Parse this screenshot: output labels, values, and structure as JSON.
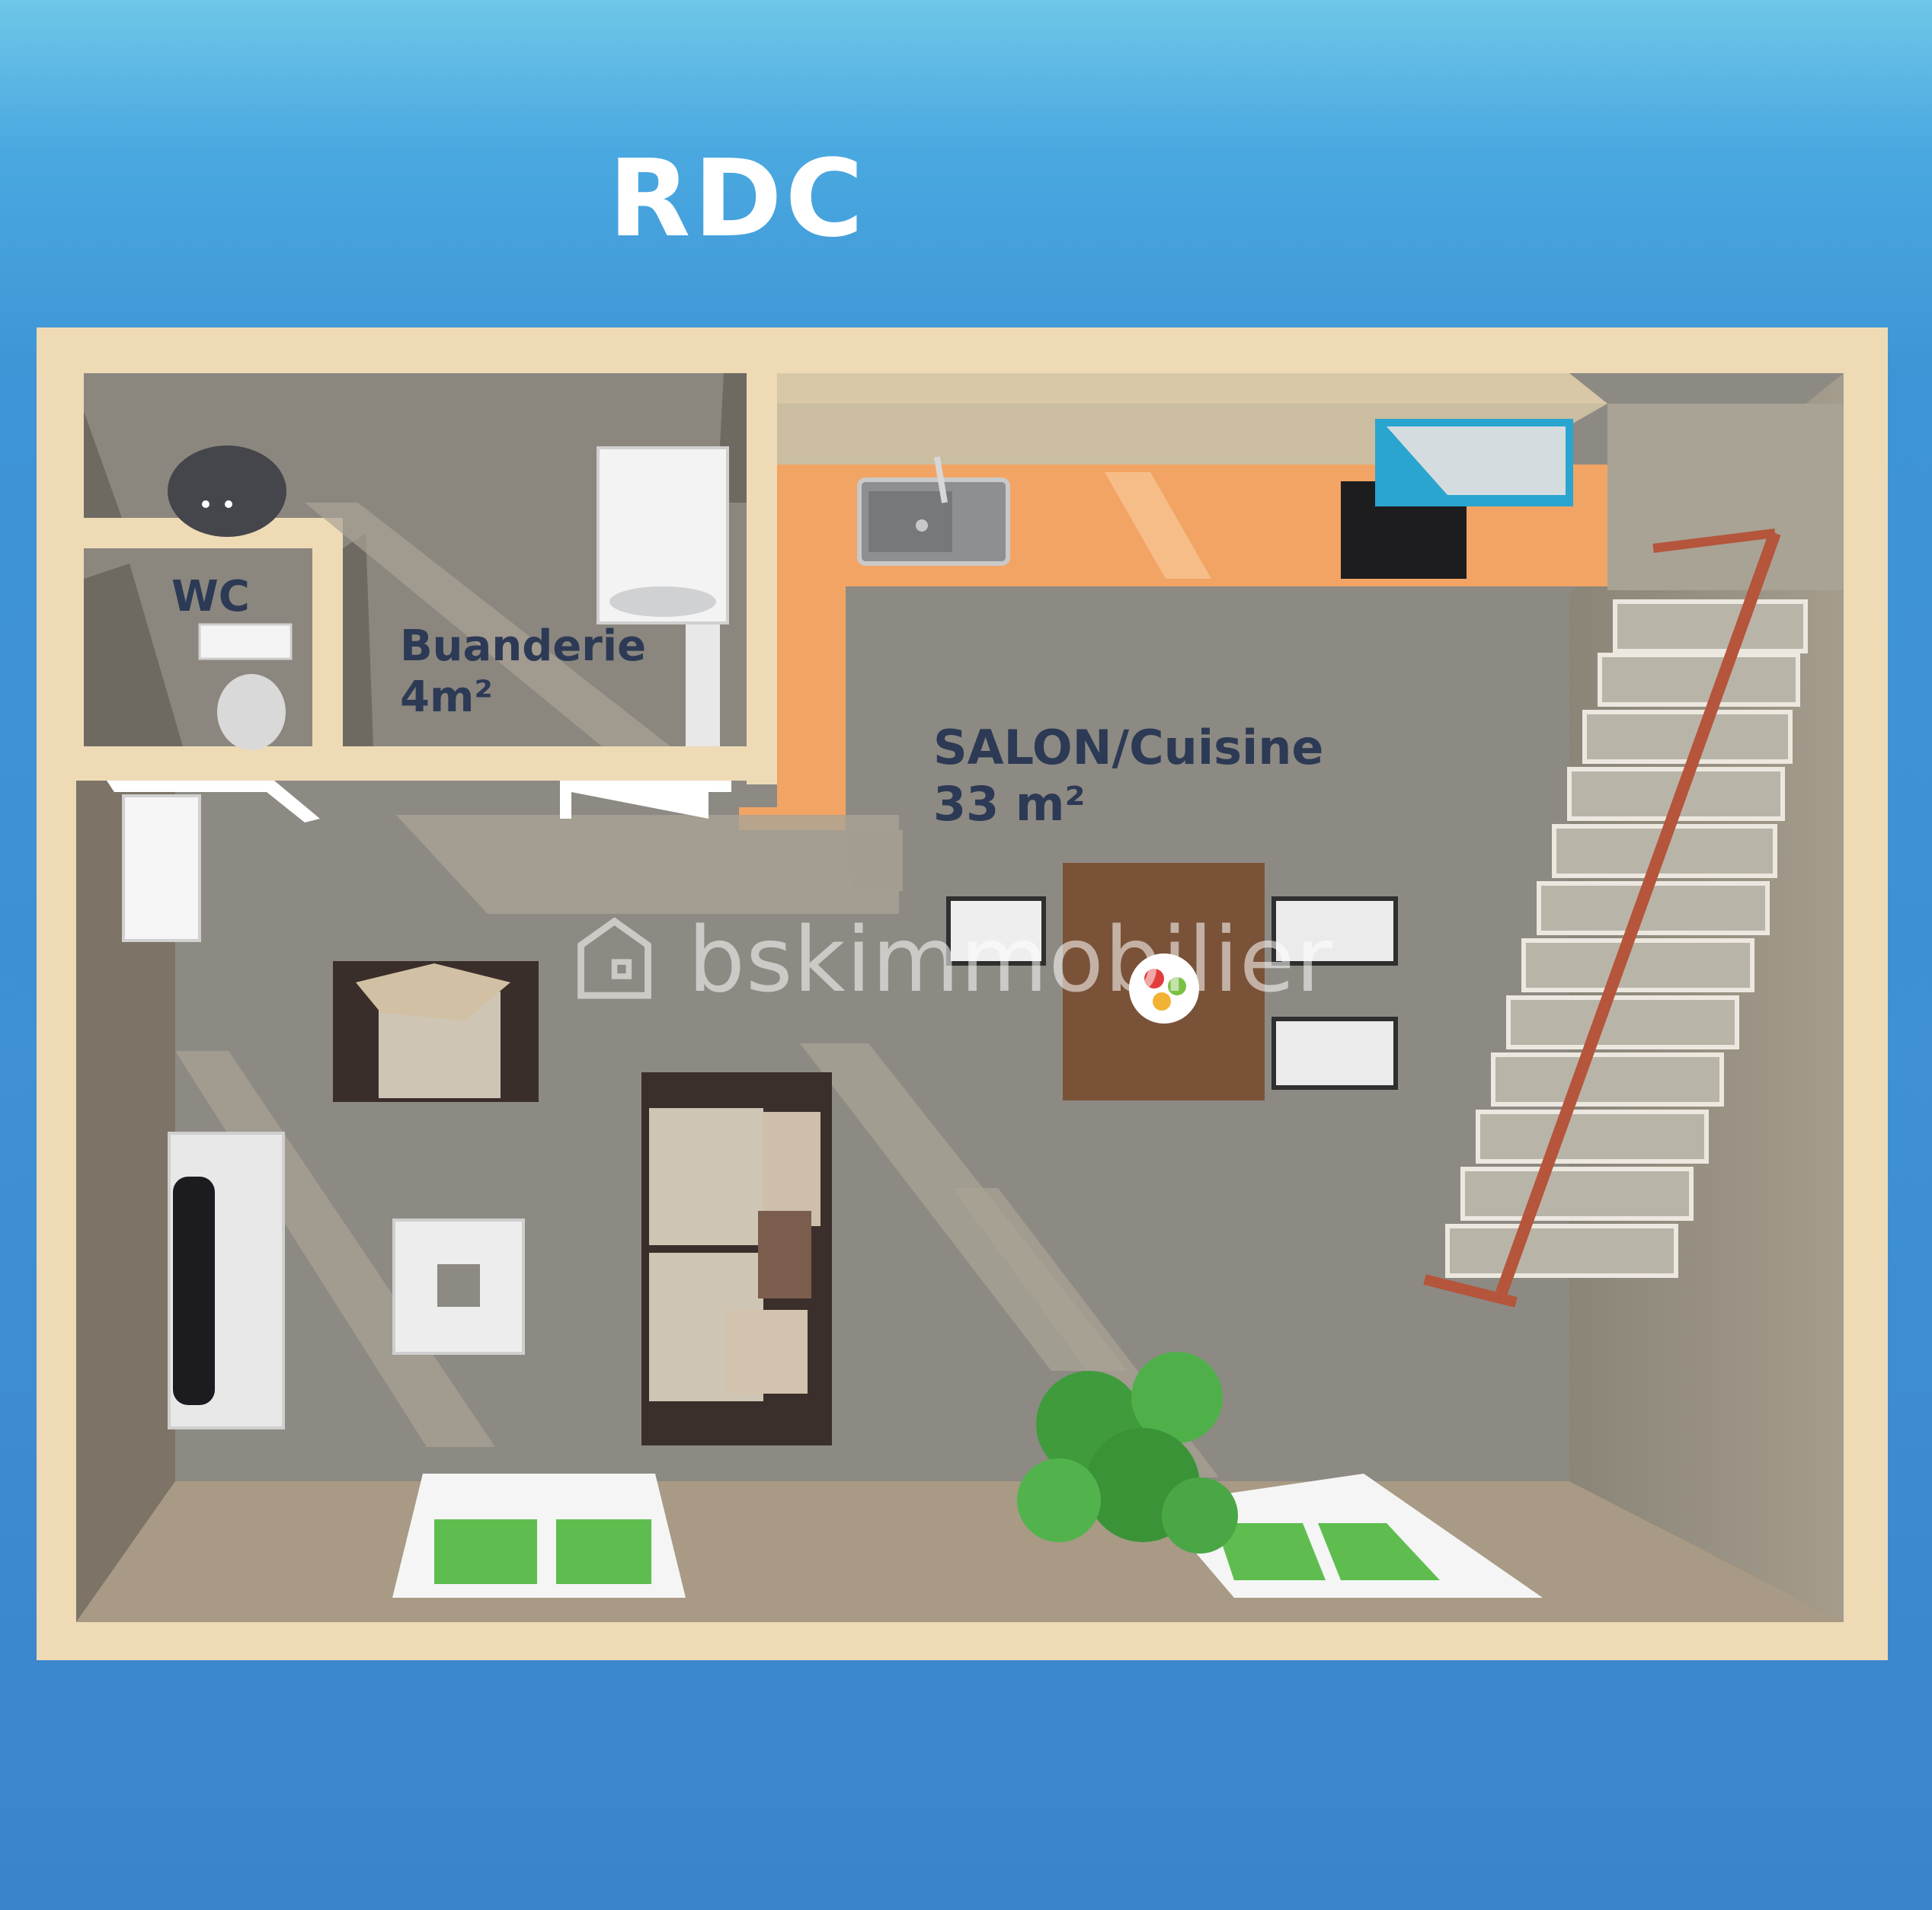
{
  "floor_title": "RDC",
  "rooms": {
    "wc": {
      "name": "WC"
    },
    "buanderie": {
      "name": "Buanderie",
      "area": "4m²"
    },
    "salon": {
      "name": "SALON/Cuisine",
      "area": "33 m²"
    }
  },
  "watermark": {
    "text": "bskimmobilier"
  },
  "colors": {
    "background": "#3f8fd4",
    "wall": "#eedbb6",
    "floor": "#8d8a83",
    "counter": "#f2a464",
    "label": "#2d3a55"
  }
}
